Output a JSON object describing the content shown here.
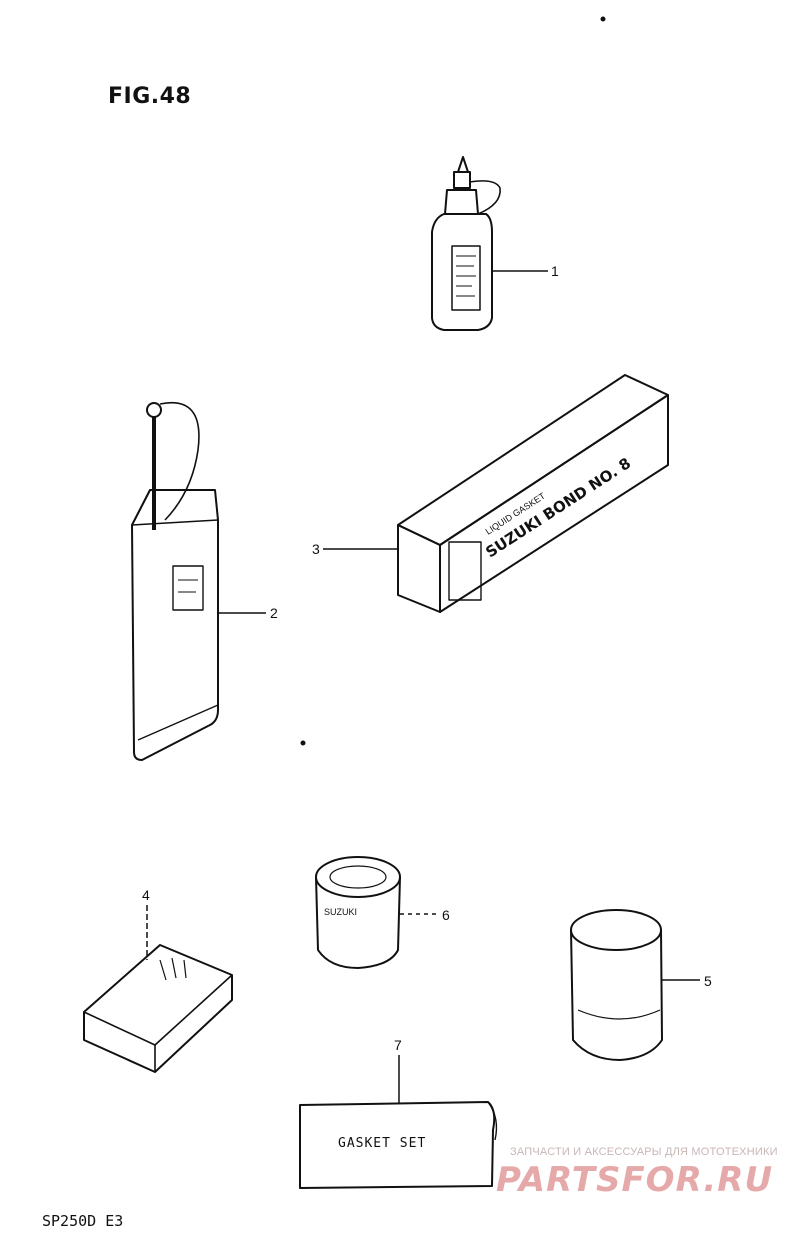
{
  "figure": {
    "title": "FIG.48"
  },
  "footer": {
    "model_code": "SP250D E3"
  },
  "callouts": [
    "1",
    "2",
    "3",
    "4",
    "5",
    "6",
    "7"
  ],
  "item_labels": {
    "box_brand": "SUZUKI BOND NO. 8",
    "box_sub": "LIQUID GASKET",
    "gasket_set": "GASKET SET",
    "tin": "SUZUKI"
  },
  "watermark": {
    "caption": "ЗАПЧАСТИ И АКСЕССУАРЫ ДЛЯ МОТОТЕХНИКИ",
    "logo": "PARTSFOR.RU"
  }
}
